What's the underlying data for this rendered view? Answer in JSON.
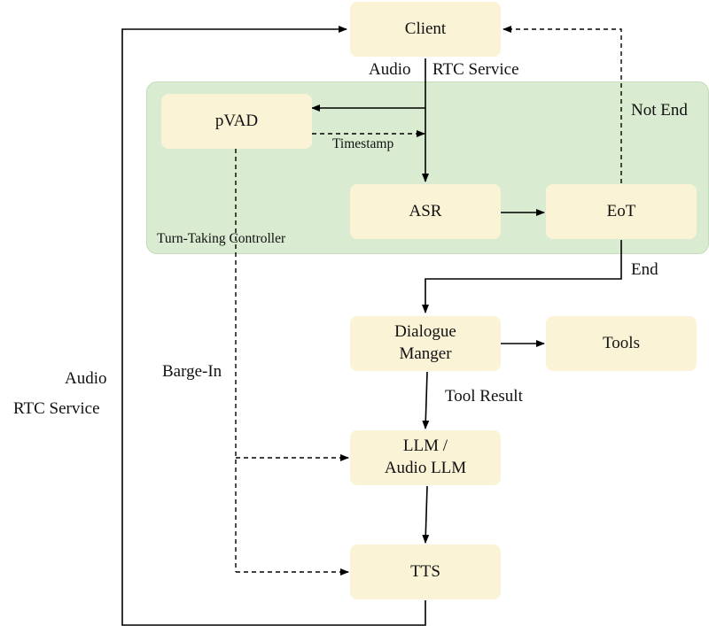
{
  "diagram": {
    "nodes": {
      "client": "Client",
      "pvad": "pVAD",
      "asr": "ASR",
      "eot": "EoT",
      "dialogue_manager": [
        "Dialogue",
        "Manger"
      ],
      "tools": "Tools",
      "llm": [
        "LLM /",
        "Audio LLM"
      ],
      "tts": "TTS"
    },
    "region": {
      "label": "Turn-Taking Controller"
    },
    "edge_labels": {
      "audio_top": "Audio",
      "rtc_service_top": "RTC Service",
      "timestamp": "Timestamp",
      "not_end": "Not End",
      "end": "End",
      "tool_result": "Tool Result",
      "barge_in": "Barge-In",
      "audio_left": "Audio",
      "rtc_service_left": "RTC Service"
    }
  },
  "colors": {
    "box_fill": "#fbf3d6",
    "region_fill": "#d9ebd0",
    "region_border": "#c4dcb8",
    "line": "#000000"
  }
}
